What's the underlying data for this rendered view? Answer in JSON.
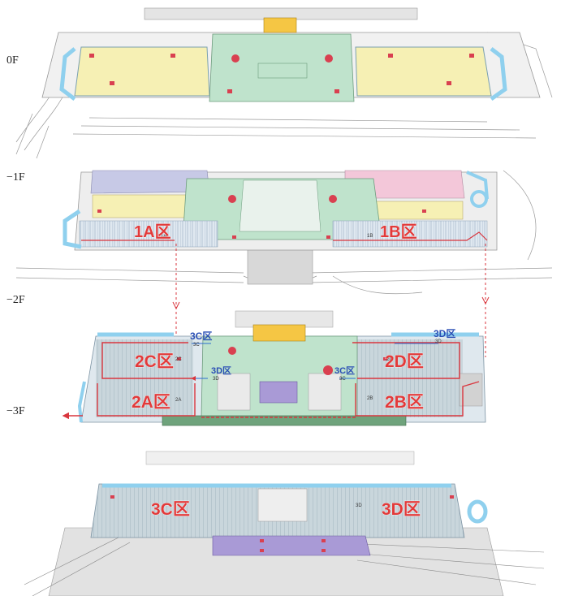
{
  "colors": {
    "zone_red": "#e23a3a",
    "zone_blue": "#2b4fb5",
    "parking_yellow": "#f6f0b4",
    "concourse_green": "#bfe3cc",
    "office_pink": "#f3c7d9",
    "office_lavender": "#c7c9e6",
    "water_blue": "#8fd0ee",
    "ramp_purple": "#a99ad6",
    "grey_structure": "#d8d8d8"
  },
  "floors": {
    "f0": {
      "label": "0F"
    },
    "f1": {
      "label": "−1F",
      "zones": {
        "z1a": "1A区",
        "z1b": "1B区"
      },
      "codes": {
        "c1a": "1A",
        "c1b": "1B"
      }
    },
    "f2": {
      "label": "−2F"
    },
    "f3": {
      "label": "−3F",
      "zones": {
        "z2a": "2A区",
        "z2b": "2B区",
        "z2c": "2C区",
        "z2d": "2D区"
      },
      "blue_zones": {
        "b3c_top": "3C区",
        "b3d_top": "3D区",
        "b3d_mid": "3D区",
        "b3c_mid": "3C区"
      },
      "codes": {
        "c2a": "2A",
        "c2b": "2B",
        "c2c": "2C",
        "c2d": "2D",
        "c3c": "3C",
        "c3d": "3D",
        "c3d_mid": "3D",
        "c3c_mid": "3C"
      }
    },
    "f4": {
      "zones": {
        "z3c": "3C区",
        "z3d": "3D区"
      },
      "codes": {
        "c3d": "3D"
      }
    }
  },
  "icons": [
    "arrow-down-icon",
    "route-arrow-icon"
  ]
}
